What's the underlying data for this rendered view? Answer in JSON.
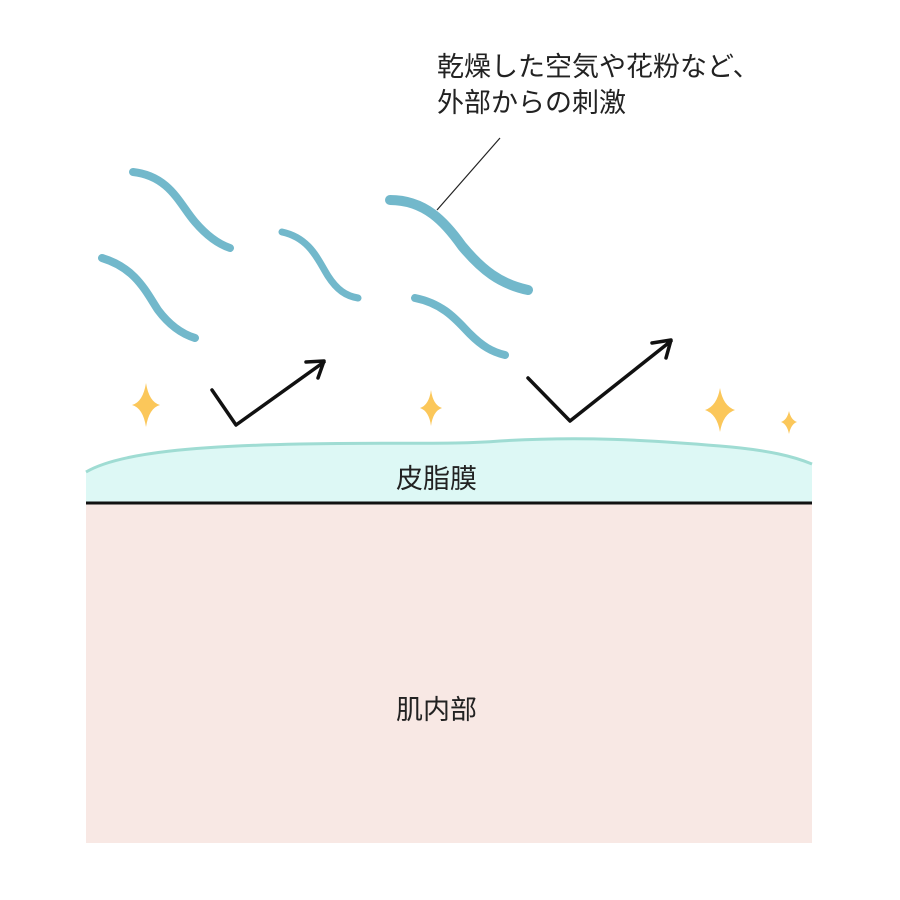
{
  "annotation": {
    "line1": "乾燥した空気や花粉など、",
    "line2": "外部からの刺激"
  },
  "film_label": "皮脂膜",
  "skin_label": "肌内部",
  "colors": {
    "wisp": "#72b8cb",
    "film_fill": "#ddf8f5",
    "film_edge": "#9fdcd3",
    "skin": "#f8e8e4",
    "sparkle": "#fbc75a",
    "arrow": "#111111"
  }
}
